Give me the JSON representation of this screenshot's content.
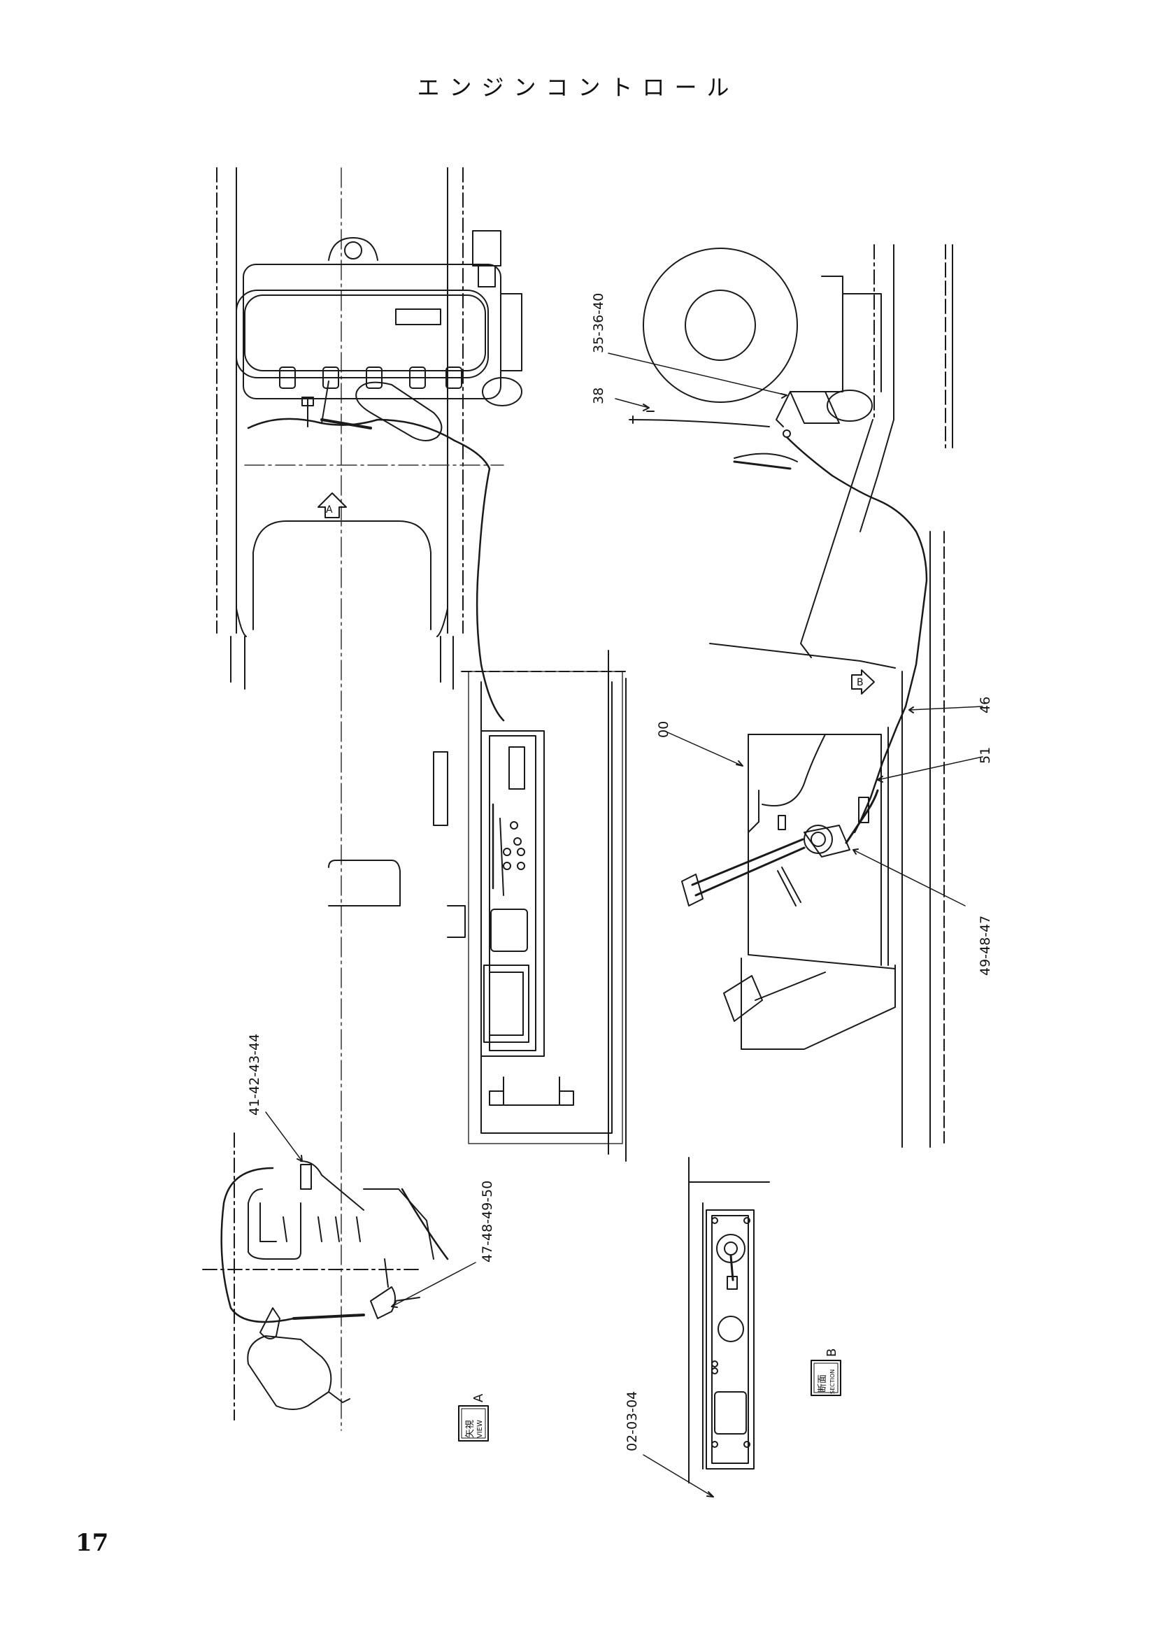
{
  "page": {
    "title": "エンジンコントロール",
    "page_number": "17"
  },
  "callouts": {
    "c1": "35-36-40",
    "c2": "38",
    "c3": "00",
    "c4": "46",
    "c5": "51",
    "c6": "49-48-47",
    "c7": "41-42-43-44",
    "c8": "47-48-49-50",
    "c9": "02-03-04"
  },
  "view_labels": {
    "view_a_kanji": "矢視",
    "view_a_en": "VIEW",
    "view_a_letter": "A",
    "section_b_kanji": "断面",
    "section_b_en": "SECTION",
    "section_b_letter": "B",
    "arrow_a_letter": "A",
    "arrow_b_letter": "B"
  }
}
